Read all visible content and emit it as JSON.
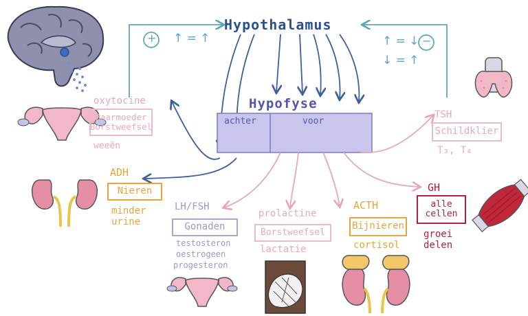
{
  "colors": {
    "hypothalamus": "#2a4f8f",
    "blue_arrow": "#4a6fb0",
    "teal": "#5aa9b8",
    "pink": "#e7a7b8",
    "pink_text": "#e8a9ba",
    "orange": "#e8a53a",
    "lavender": "#a7a6d6",
    "lavender_text": "#9b98cc",
    "red": "#b81e3a",
    "hypofyse_fill": "#c9c6ee",
    "hypofyse_border": "#7a7ac6"
  },
  "title": "Hypothalamus",
  "feedback_left": {
    "symbol": "+",
    "text": "↑ = ↑"
  },
  "feedback_right": {
    "symbol": "−",
    "line1": "↑ = ↓",
    "line2": "↓ = ↑"
  },
  "hypofyse": {
    "label": "Hypofyse",
    "back": "achter",
    "front": "voor"
  },
  "oxytocine": {
    "hormone": "oxytocine",
    "target_lines": [
      "Baarmoeder",
      "Borstweefsel"
    ],
    "effect": "weeën"
  },
  "adh": {
    "hormone": "ADH",
    "target": "Nieren",
    "effect_lines": [
      "minder",
      "urine"
    ]
  },
  "lhfsh": {
    "hormone": "LH/FSH",
    "target": "Gonaden",
    "effect_lines": [
      "testosteron",
      "oestrogeen",
      "progesteron"
    ]
  },
  "prolactine": {
    "hormone": "prolactine",
    "target": "Borstweefsel",
    "effect": "lactatie"
  },
  "acth": {
    "hormone": "ACTH",
    "target": "Bijnieren",
    "effect": "cortisol"
  },
  "tsh": {
    "hormone": "TSH",
    "target": "Schildklier",
    "effect": "T₃, T₄"
  },
  "gh": {
    "hormone": "GH",
    "target_lines": [
      "alle",
      "cellen"
    ],
    "effect_lines": [
      "groei",
      "delen"
    ]
  }
}
